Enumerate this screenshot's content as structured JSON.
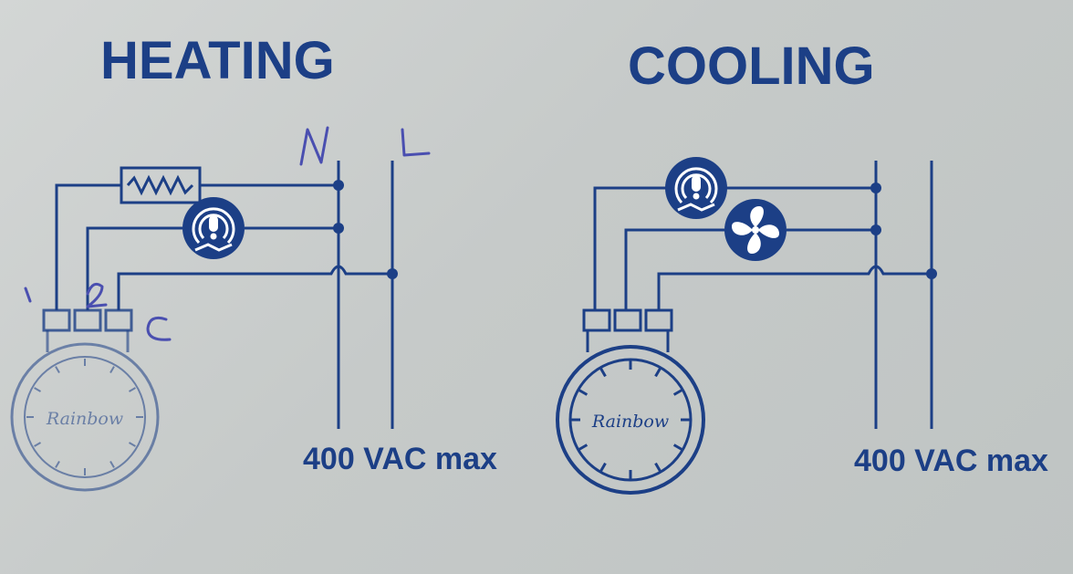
{
  "heating": {
    "title": "HEATING",
    "voltage_label": "400 VAC max",
    "handwritten": {
      "neutral": "N",
      "line": "L",
      "terminal_1": "1",
      "terminal_2": "2",
      "terminal_c": "C"
    },
    "dial_brand": "Rainbow",
    "components": [
      "heater-resistor-symbol",
      "alarm-indicator-symbol"
    ]
  },
  "cooling": {
    "title": "COOLING",
    "voltage_label": "400 VAC max",
    "dial_brand": "Rainbow",
    "components": [
      "alarm-indicator-symbol",
      "fan-symbol"
    ]
  },
  "colors": {
    "print_blue": "#1c3f86",
    "pen_blue": "#4f53b3",
    "paper": "#c9cccc"
  }
}
